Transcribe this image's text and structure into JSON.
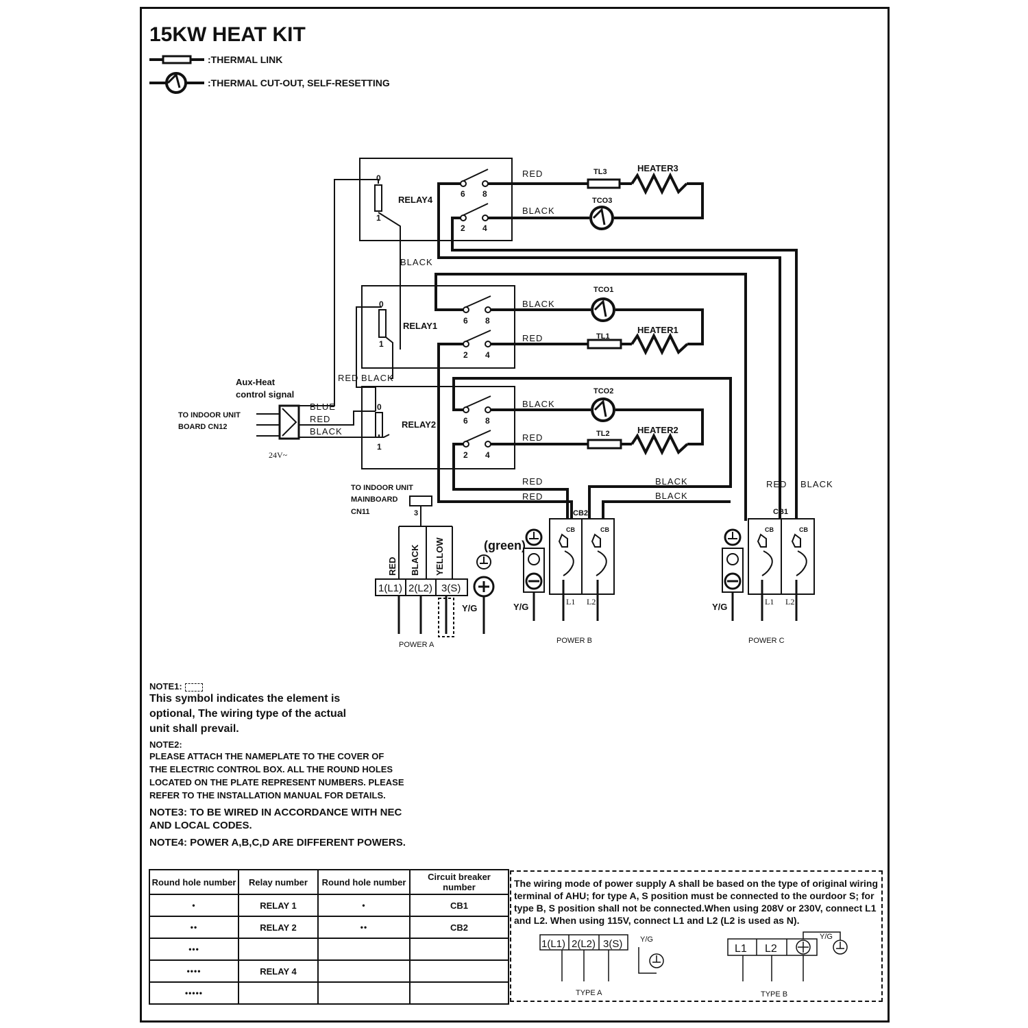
{
  "title": "15KW HEAT KIT",
  "legend": {
    "thermal_link": ":THERMAL LINK",
    "thermal_cutout": ":THERMAL CUT-OUT, SELF-RESETTING"
  },
  "relays": {
    "relay4": "RELAY4",
    "relay1": "RELAY1",
    "relay2": "RELAY2",
    "coil_top": "0",
    "coil_bottom": "1",
    "pins": [
      "6",
      "8",
      "2",
      "4"
    ]
  },
  "heaters": {
    "heater1": "HEATER1",
    "heater2": "HEATER2",
    "heater3": "HEATER3"
  },
  "thermal": {
    "tl1": "TL1",
    "tl2": "TL2",
    "tl3": "TL3",
    "tco1": "TCO1",
    "tco2": "TCO2",
    "tco3": "TCO3"
  },
  "wires": {
    "red": "RED",
    "black": "BLACK",
    "blue": "BLUE",
    "yellow": "YELLOW",
    "green": "(green)",
    "yg": "Y/G"
  },
  "control": {
    "aux_heat": "Aux-Heat",
    "control_signal": "control signal",
    "to_indoor_unit": "TO INDOOR UNIT",
    "board_cn12": "BOARD CN12",
    "voltage": "24V~",
    "to_indoor_unit2": "TO INDOOR UNIT",
    "mainboard": "MAINBOARD",
    "cn11": "CN11",
    "pin3": "3"
  },
  "terminals": {
    "l1": "1(L1)",
    "l2": "2(L2)",
    "s": "3(S)"
  },
  "breakers": {
    "cb1": "CB1",
    "cb2": "CB2",
    "cb": "CB",
    "L1": "L1",
    "L2": "L2"
  },
  "power": {
    "a": "POWER A",
    "b": "POWER B",
    "c": "POWER C"
  },
  "notes": {
    "note1_head": "NOTE1:",
    "note1_l1": "This symbol indicates the element is",
    "note1_l2": "optional, The wiring type of the actual",
    "note1_l3": "unit shall prevail.",
    "note2_head": "NOTE2:",
    "note2_l1": "PLEASE ATTACH THE NAMEPLATE TO THE COVER OF",
    "note2_l2": "THE ELECTRIC CONTROL BOX. ALL THE ROUND HOLES",
    "note2_l3": "LOCATED ON THE PLATE REPRESENT NUMBERS. PLEASE",
    "note2_l4": "REFER TO THE INSTALLATION MANUAL FOR DETAILS.",
    "note3_l1": "NOTE3: TO BE WIRED IN ACCORDANCE WITH NEC",
    "note3_l2": "AND LOCAL CODES.",
    "note4": "NOTE4: POWER A,B,C,D ARE DIFFERENT POWERS."
  },
  "table": {
    "headers": [
      "Round hole number",
      "Relay number",
      "Round hole number",
      "Circuit breaker number"
    ],
    "rows": [
      [
        "•",
        "RELAY 1",
        "•",
        "CB1"
      ],
      [
        "••",
        "RELAY 2",
        "••",
        "CB2"
      ],
      [
        "•••",
        "",
        "",
        ""
      ],
      [
        "••••",
        "RELAY 4",
        "",
        ""
      ],
      [
        "•••••",
        "",
        "",
        ""
      ]
    ]
  },
  "wiring_mode": {
    "text": "The wiring mode of power supply A shall be based on the type of original wiring terminal of AHU; for type A, S position must be connected to the ourdoor S; for type B, S position shall not be connected.When using 208V or 230V, connect L1 and L2. When using 115V, connect L1 and L2 (L2 is used as N).",
    "type_a": "TYPE A",
    "type_b": "TYPE B",
    "yg": "Y/G",
    "l1": "L1",
    "l2": "L2"
  }
}
